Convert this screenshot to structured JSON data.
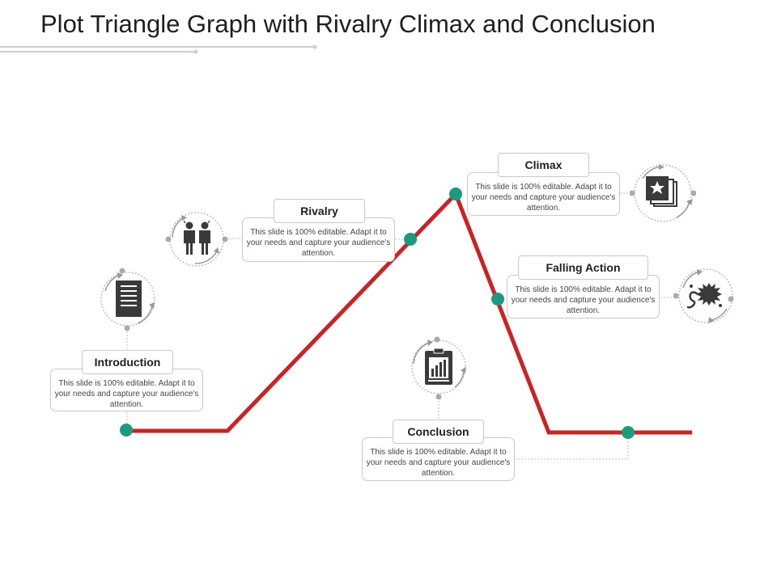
{
  "title": "Plot Triangle Graph with Rivalry Climax and Conclusion",
  "colors": {
    "line": "#cc2222",
    "dot": "#1a9a80",
    "icon": "#3a3a3a",
    "ring": "#bdbdbd"
  },
  "stages": [
    {
      "label": "Introduction",
      "description": "This slide is 100% editable. Adapt it to your needs and capture your audience's attention.",
      "icon": "document-icon"
    },
    {
      "label": "Rivalry",
      "description": "This slide is 100% editable. Adapt it to your needs and capture your audience's attention.",
      "icon": "rivals-icon"
    },
    {
      "label": "Climax",
      "description": "This slide is 100% editable. Adapt it to your needs and capture your audience's attention.",
      "icon": "star-cards-icon"
    },
    {
      "label": "Falling Action",
      "description": "This slide is 100% editable. Adapt it to your needs and capture your audience's attention.",
      "icon": "splash-icon"
    },
    {
      "label": "Conclusion",
      "description": "This slide is 100% editable. Adapt it to your needs and capture your audience's attention.",
      "icon": "chart-clipboard-icon"
    }
  ]
}
